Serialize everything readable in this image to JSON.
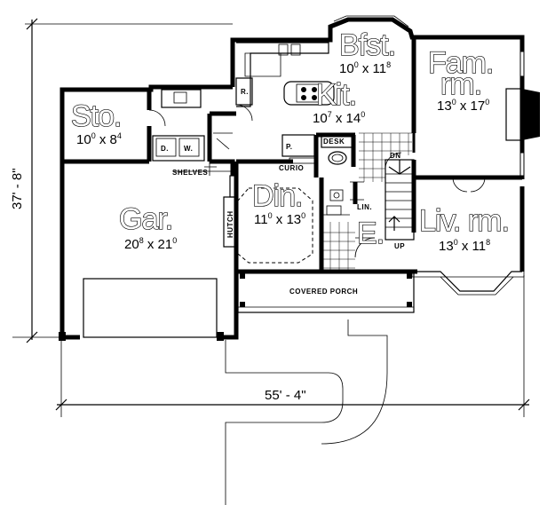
{
  "overall": {
    "depth": "37' - 8\"",
    "width": "55' - 4\""
  },
  "rooms": {
    "storage": {
      "name": "Sto.",
      "w": "10",
      "wsup": "0",
      "h": "8",
      "hsup": "4"
    },
    "garage": {
      "name": "Gar.",
      "w": "20",
      "wsup": "8",
      "h": "21",
      "hsup": "0"
    },
    "kitchen": {
      "name": "Kit.",
      "w": "10",
      "wsup": "7",
      "h": "14",
      "hsup": "0"
    },
    "breakfast": {
      "name": "Bfst.",
      "w": "10",
      "wsup": "0",
      "h": "11",
      "hsup": "8"
    },
    "family_room": {
      "name1": "Fam.",
      "name2": "rm.",
      "w": "13",
      "wsup": "0",
      "h": "17",
      "hsup": "0"
    },
    "dining": {
      "name": "Din.",
      "w": "11",
      "wsup": "0",
      "h": "13",
      "hsup": "0"
    },
    "living_room": {
      "name": "Liv. rm.",
      "w": "13",
      "wsup": "0",
      "h": "11",
      "hsup": "8"
    },
    "entry": {
      "name": "E."
    }
  },
  "labels": {
    "shelves": "SHELVES",
    "curio": "CURIO",
    "desk": "DESK",
    "hutch": "HUTCH",
    "linen": "LIN.",
    "down": "DN",
    "up": "UP",
    "covered_porch": "COVERED  PORCH",
    "dryer": "D.",
    "washer": "W.",
    "pantry": "P.",
    "refrigerator": "R."
  }
}
